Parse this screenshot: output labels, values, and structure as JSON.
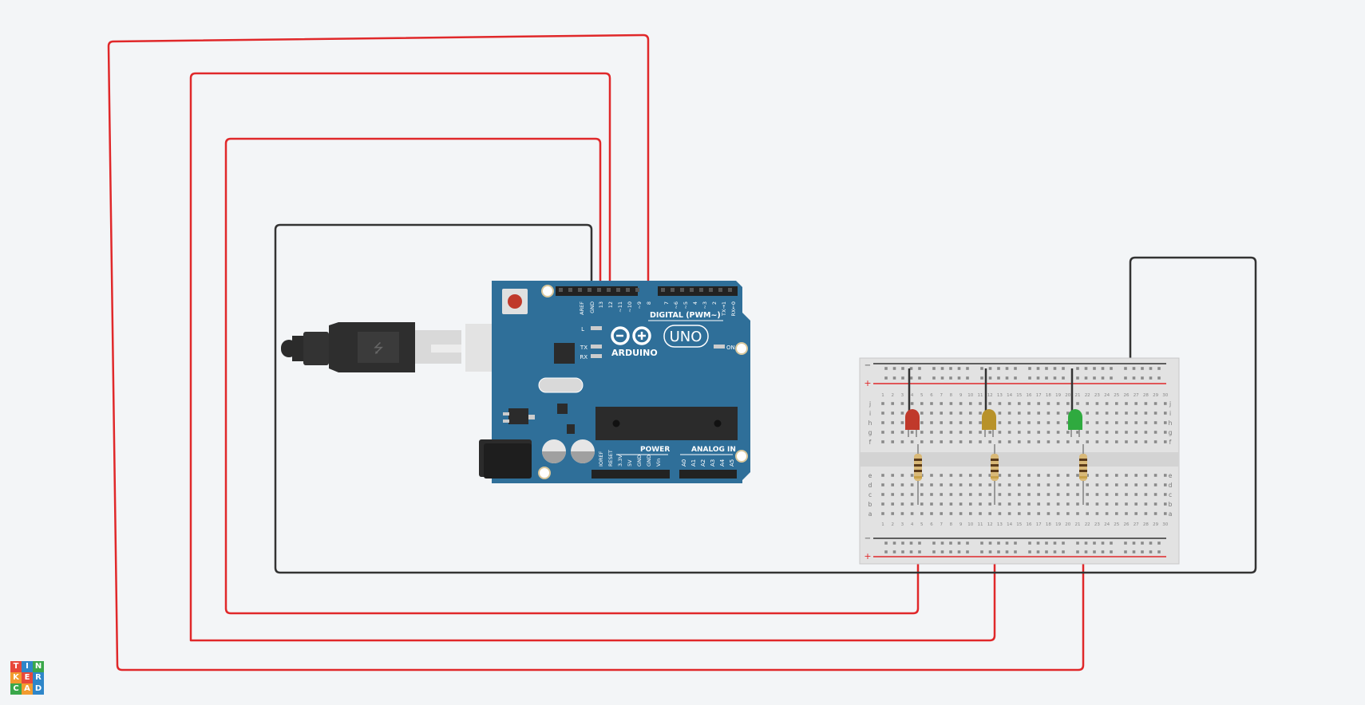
{
  "logo": {
    "letters": [
      "T",
      "I",
      "N",
      "K",
      "E",
      "R",
      "C",
      "A",
      "D"
    ],
    "colors": [
      "#e8483a",
      "#2e86c9",
      "#3aa74a",
      "#f29b2f",
      "#e8483a",
      "#2e86c9",
      "#3aa74a",
      "#f29b2f",
      "#2e86c9"
    ]
  },
  "arduino": {
    "brand": "ARDUINO",
    "model": "UNO",
    "digital_header_label": "DIGITAL (PWM~)",
    "digital_pins": [
      "AREF",
      "GND",
      "13",
      "12",
      "~11",
      "~10",
      "~9",
      "8",
      "7",
      "~6",
      "~5",
      "4",
      "~3",
      "2",
      "TX→1",
      "RX←0"
    ],
    "power_label": "POWER",
    "power_pins": [
      "IOREF",
      "RESET",
      "3.3V",
      "5V",
      "GND",
      "GND",
      "Vin"
    ],
    "analog_label": "ANALOG IN",
    "analog_pins": [
      "A0",
      "A1",
      "A2",
      "A3",
      "A4",
      "A5"
    ],
    "led_labels": [
      "L",
      "TX",
      "RX"
    ],
    "on_label": "ON",
    "board_color": "#2f6f99"
  },
  "breadboard": {
    "row_letters_top": [
      "j",
      "i",
      "h",
      "g",
      "f"
    ],
    "row_letters_bottom": [
      "e",
      "d",
      "c",
      "b",
      "a"
    ],
    "rail_labels": [
      "−",
      "+"
    ],
    "column_count": 30
  },
  "leds": [
    {
      "name": "red",
      "color": "#c0392b"
    },
    {
      "name": "yellow",
      "color": "#b8922a"
    },
    {
      "name": "green",
      "color": "#2faa3f"
    }
  ],
  "wire_colors": {
    "signal": "#e0282a",
    "ground": "#333333"
  }
}
